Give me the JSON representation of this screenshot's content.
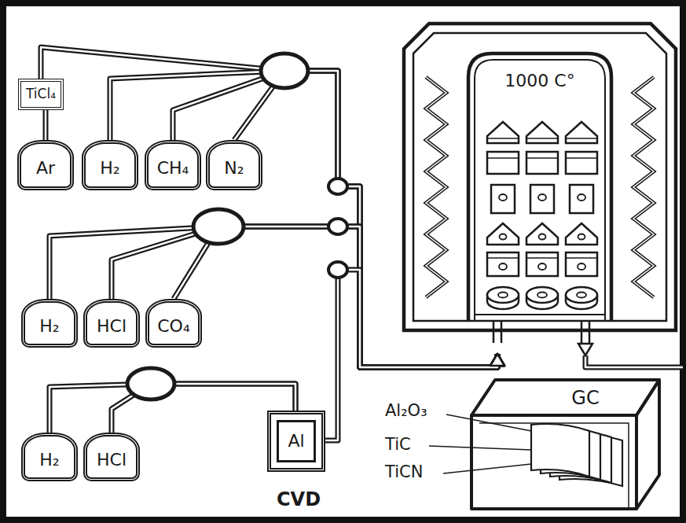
{
  "diagram": {
    "nodes": [
      {
        "text": [
          "TiCl₄"
        ]
      },
      {
        "text": [
          "Ar"
        ]
      },
      {
        "text": [
          "H₂"
        ]
      },
      {
        "text": [
          "CH₄"
        ]
      },
      {
        "text": [
          "N₂"
        ]
      },
      {
        "text": [
          "1000 C°"
        ]
      },
      {
        "text": [
          "H₂"
        ]
      },
      {
        "text": [
          "HCl"
        ]
      },
      {
        "text": [
          "CO₄"
        ]
      },
      {
        "text": [
          "Al"
        ]
      },
      {
        "text": [
          "H₂"
        ]
      },
      {
        "text": [
          "HCl"
        ]
      },
      {
        "text": [
          "GC"
        ]
      }
    ],
    "edges": [
      {
        "from": 1,
        "to": 0,
        "arrow": "none"
      },
      {
        "from": 0,
        "to": 5,
        "arrow": "to"
      },
      {
        "from": 2,
        "to": 5,
        "arrow": "to"
      },
      {
        "from": 3,
        "to": 5,
        "arrow": "to"
      },
      {
        "from": 4,
        "to": 5,
        "arrow": "to"
      },
      {
        "from": 6,
        "to": 5,
        "arrow": "to"
      },
      {
        "from": 7,
        "to": 5,
        "arrow": "to"
      },
      {
        "from": 8,
        "to": 5,
        "arrow": "to"
      },
      {
        "from": 10,
        "to": 9,
        "arrow": "none"
      },
      {
        "from": 11,
        "to": 9,
        "arrow": "none"
      },
      {
        "from": 9,
        "to": 5,
        "arrow": "to"
      }
    ],
    "labels": [
      "Al₂O₃",
      "TiC",
      "TiCN",
      "CVD"
    ]
  }
}
